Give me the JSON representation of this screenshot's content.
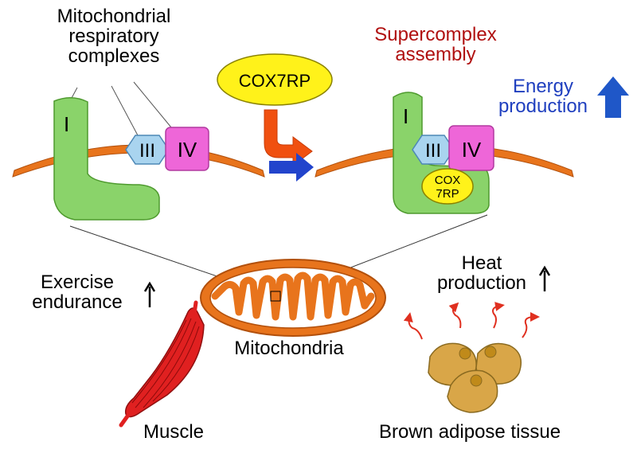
{
  "labels": {
    "mito_complexes": "Mitochondrial respiratory complexes",
    "mito_complexes_lines": [
      "Mitochondrial",
      "respiratory",
      "complexes"
    ],
    "cox7rp": "COX7RP",
    "supercomplex_lines": [
      "Supercomplex",
      "assembly"
    ],
    "energy_lines": [
      "Energy",
      "production"
    ],
    "complex_i": "I",
    "complex_iii": "III",
    "complex_iv": "IV",
    "cox_small_lines": [
      "COX",
      "7RP"
    ],
    "exercise_lines": [
      "Exercise",
      "endurance"
    ],
    "heat_lines": [
      "Heat",
      "production"
    ],
    "mitochondria": "Mitochondria",
    "muscle": "Muscle",
    "brown_adipose": "Brown adipose tissue"
  },
  "colors": {
    "complex_i": "#8ad36a",
    "complex_iii": "#a9d4ef",
    "complex_iv": "#ee66d8",
    "membrane": "#e8741c",
    "cox7rp": "#fff21a",
    "energy_arrow": "#1f57c8",
    "supercomplex_text": "#b01010",
    "red_arrow": "#f05010",
    "blue_arrow": "#2244cc",
    "muscle": "#e02020",
    "adipose": "#d9a648",
    "heat_arrows": "#e03020"
  },
  "icons": [
    "up-arrow-icon",
    "heat-wave-arrow-icon",
    "muscle-icon",
    "adipocyte-icon",
    "mitochondrion-icon"
  ]
}
